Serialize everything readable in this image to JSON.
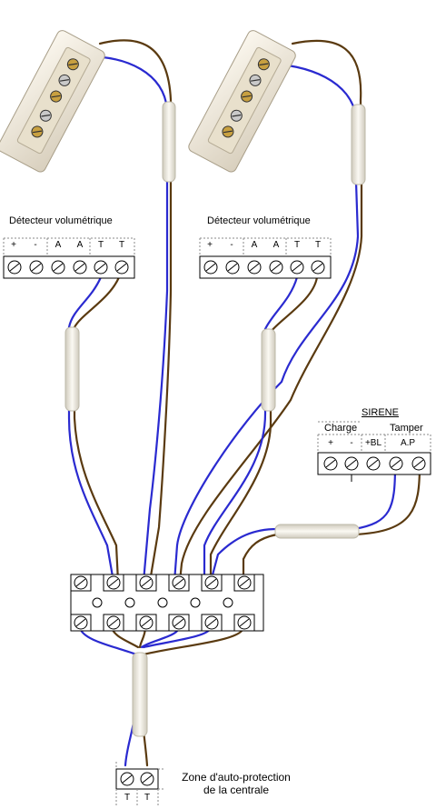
{
  "detector_left": {
    "title": "Détecteur volumétrique",
    "terminals": [
      "+",
      "-",
      "A",
      "A",
      "T",
      "T"
    ]
  },
  "detector_right": {
    "title": "Détecteur volumétrique",
    "terminals": [
      "+",
      "-",
      "A",
      "A",
      "T",
      "T"
    ]
  },
  "sirene": {
    "title": "SIRENE",
    "group_charge": "Charge",
    "group_tamper": "Tamper",
    "terminals": [
      "+",
      "-",
      "+BL",
      "A.P"
    ]
  },
  "zone": {
    "label_line1": "Zone d'auto-protection",
    "label_line2": "de la centrale",
    "terminals": [
      "T",
      "T"
    ]
  },
  "colors": {
    "wire_blue": "#2a2ad0",
    "wire_brown": "#5a3a10",
    "housing": "#f2ece0",
    "sleeve": "#f0eee6"
  }
}
